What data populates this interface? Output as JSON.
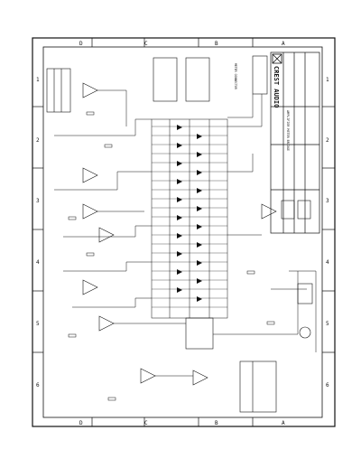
{
  "sheet": {
    "zone_letters": [
      "D",
      "C",
      "B",
      "A"
    ],
    "zone_numbers": [
      "1",
      "2",
      "3",
      "4",
      "5",
      "6"
    ]
  },
  "title_block": {
    "company": "CREST AUDIO",
    "title": "AMPLIFIER METER BRIDGE"
  },
  "connector_label": "METER CONNECTOR"
}
